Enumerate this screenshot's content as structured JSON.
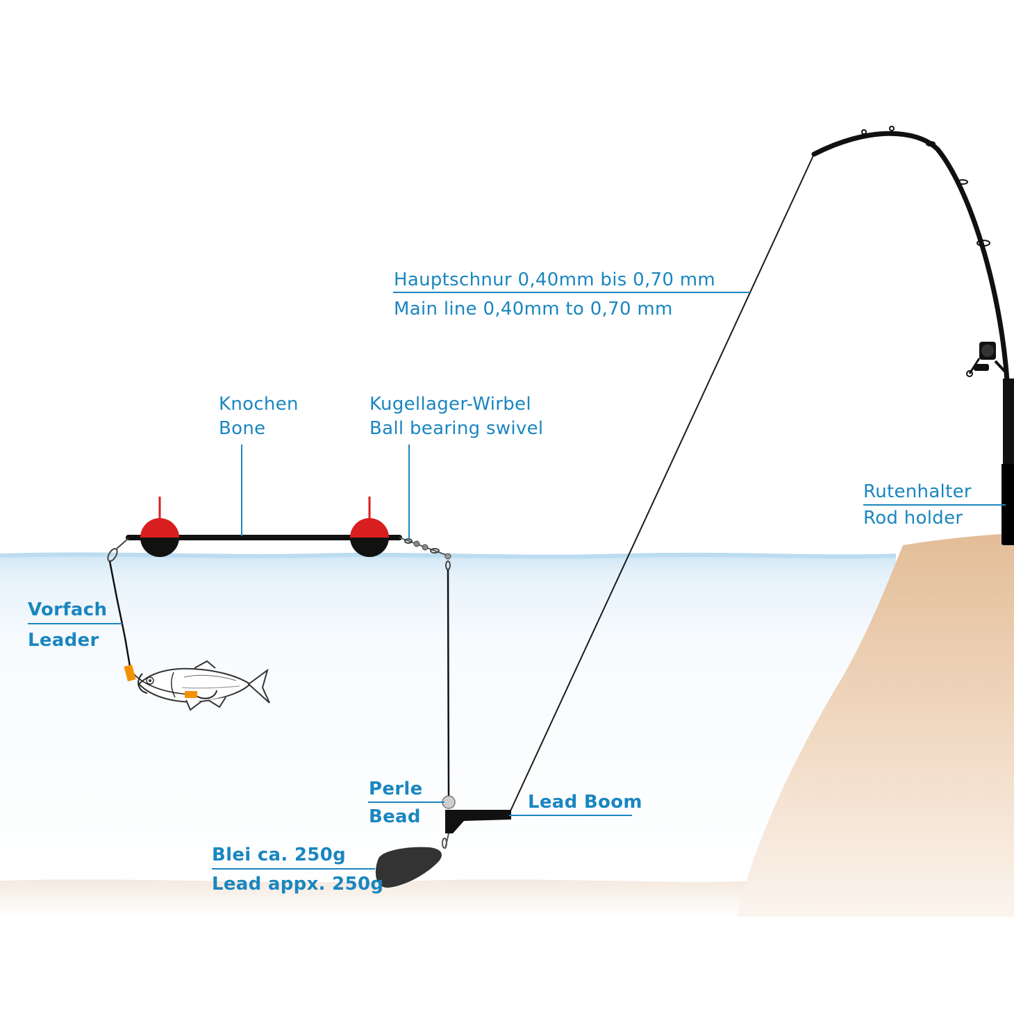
{
  "colors": {
    "label_text": "#1a86bf",
    "leader_line": "#1a86bf",
    "water": "#cfe6f5",
    "bank": "#e8c8a8",
    "float_red": "#d81e1e",
    "tackle_black": "#111111",
    "sinker": "#333333",
    "tube_orange": "#f39200"
  },
  "icons": {
    "rod": "fishing-rod-icon",
    "reel": "spinning-reel-icon",
    "fish": "baitfish-icon",
    "float": "round-float-icon",
    "swivel": "ball-bearing-swivel-icon",
    "bead": "bead-icon",
    "boom": "lead-boom-icon",
    "sinker": "lead-sinker-icon"
  },
  "labels": {
    "main_line": {
      "de": "Hauptschnur 0,40mm bis 0,70 mm",
      "en": "Main line 0,40mm to 0,70 mm"
    },
    "bone": {
      "de": "Knochen",
      "en": "Bone"
    },
    "swivel": {
      "de": "Kugellager-Wirbel",
      "en": "Ball bearing swivel"
    },
    "rod_holder": {
      "de": "Rutenhalter",
      "en": "Rod holder"
    },
    "leader": {
      "de": "Vorfach",
      "en": "Leader"
    },
    "bead": {
      "de": "Perle",
      "en": "Bead"
    },
    "lead_boom": {
      "en": "Lead Boom"
    },
    "lead": {
      "de": "Blei ca. 250g",
      "en": "Lead appx. 250g"
    }
  }
}
